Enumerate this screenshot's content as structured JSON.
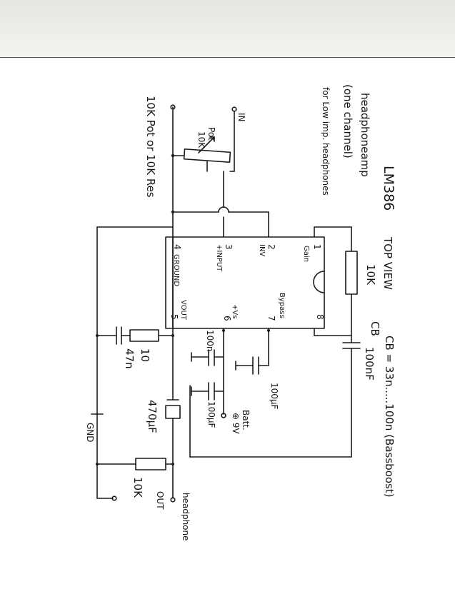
{
  "title": {
    "chip": "LM386",
    "view": "TOP VIEW",
    "desc1": "headphoneamp",
    "desc2": "(one channel)",
    "desc3": "for Low imp. headphones"
  },
  "cb_note": "CB = 33n.....100n (Bassboost)",
  "ic": {
    "pin1_num": "1",
    "pin1_name": "Gain",
    "pin2_num": "2",
    "pin2_name": "INV",
    "pin3_num": "3",
    "pin3_name": "+INPUT",
    "pin4_num": "4",
    "pin4_name": "GROUND",
    "pin5_num": "5",
    "pin5_name": "VOUT",
    "pin6_num": "6",
    "pin6_name": "+Vs",
    "pin7_num": "7",
    "pin7_name": "Bypass",
    "pin8_num": "8"
  },
  "labels": {
    "in": "IN",
    "pot": "Pot",
    "pot_value": "10K",
    "input_note": "10K Pot or 10K Res",
    "gain_res": "10K",
    "cb_name": "CB",
    "cb_value": "100nF",
    "bypass_cap": "100µF",
    "decoupling_cap": "100n",
    "supply_cap": "100µF",
    "battery": "Batt.",
    "battery_voltage": "⊕ 9V",
    "zobel_r": "10",
    "zobel_c": "47n",
    "gnd": "GND",
    "out_cap": "470µF",
    "load_r": "10K",
    "out": "OUT",
    "headphone": "headphone"
  }
}
